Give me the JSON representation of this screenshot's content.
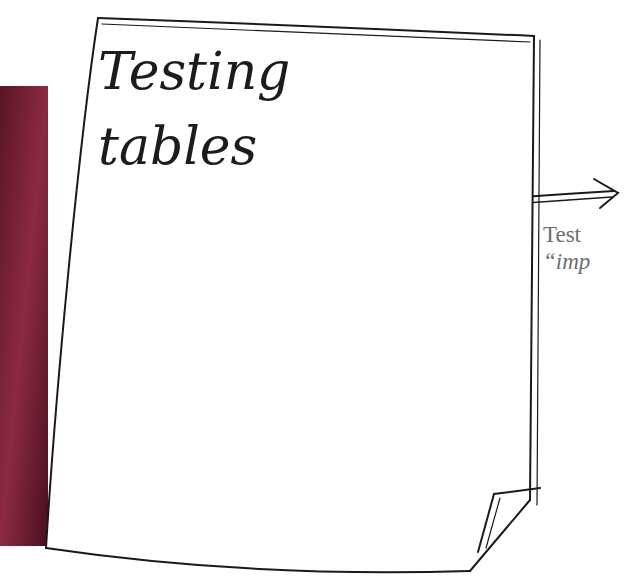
{
  "diagram": {
    "nodes": [
      {
        "text": [
          "Testing tables"
        ]
      }
    ],
    "labels": [
      "Test",
      "“imp"
    ]
  }
}
